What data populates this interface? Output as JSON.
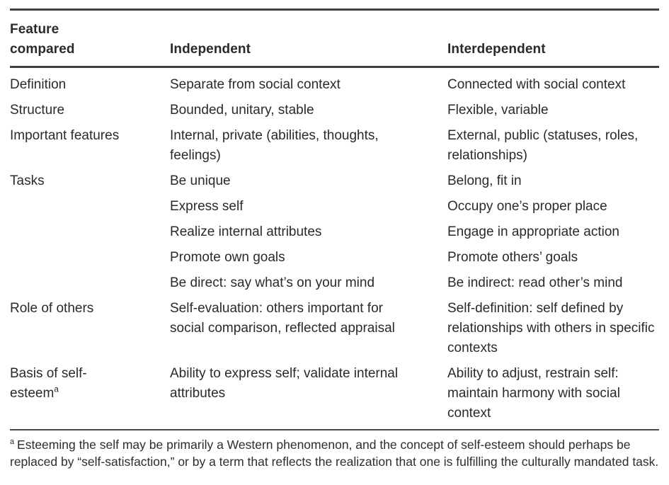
{
  "table": {
    "header": {
      "feature_line1": "Feature",
      "feature_line2": "compared",
      "independent": "Independent",
      "interdependent": "Interdependent"
    },
    "rows": [
      {
        "feature_lines": [
          "Definition"
        ],
        "feature_sup": "",
        "independent": "Separate from social context",
        "interdependent": "Connected with social context"
      },
      {
        "feature_lines": [
          "Structure"
        ],
        "feature_sup": "",
        "independent": "Bounded, unitary, stable",
        "interdependent": "Flexible, variable"
      },
      {
        "feature_lines": [
          "Important features"
        ],
        "feature_sup": "",
        "independent": "Internal, private (abilities, thoughts, feelings)",
        "interdependent": "External, public (statuses, roles, relationships)"
      },
      {
        "feature_lines": [
          "Tasks"
        ],
        "feature_sup": "",
        "independent": "Be unique",
        "interdependent": "Belong, fit in"
      },
      {
        "feature_lines": [],
        "feature_sup": "",
        "independent": "Express self",
        "interdependent": "Occupy one’s proper place"
      },
      {
        "feature_lines": [],
        "feature_sup": "",
        "independent": "Realize internal attributes",
        "interdependent": "Engage in appropriate action"
      },
      {
        "feature_lines": [],
        "feature_sup": "",
        "independent": "Promote own goals",
        "interdependent": "Promote others’ goals"
      },
      {
        "feature_lines": [],
        "feature_sup": "",
        "independent": "Be direct: say what’s on your mind",
        "interdependent": "Be indirect: read other’s mind"
      },
      {
        "feature_lines": [
          "Role of others"
        ],
        "feature_sup": "",
        "independent": "Self-evaluation: others important for social comparison, reflected appraisal",
        "interdependent": "Self-definition: self defined by relationships with others in specific contexts"
      },
      {
        "feature_lines": [
          "Basis of self-",
          "esteem"
        ],
        "feature_sup": "a",
        "independent": "Ability to express self; validate internal attributes",
        "interdependent": "Ability to adjust, restrain self: maintain harmony with social context"
      }
    ],
    "footnote": {
      "marker": "a",
      "text": "Esteeming the self may be primarily a Western phenomenon, and the concept of self-esteem should perhaps be replaced by “self-satisfaction,” or by a term that reflects the realization that one is fulfilling the culturally mandated task."
    }
  },
  "colors": {
    "rule": "#414141",
    "text": "#2a2a2a",
    "background": "#ffffff"
  }
}
